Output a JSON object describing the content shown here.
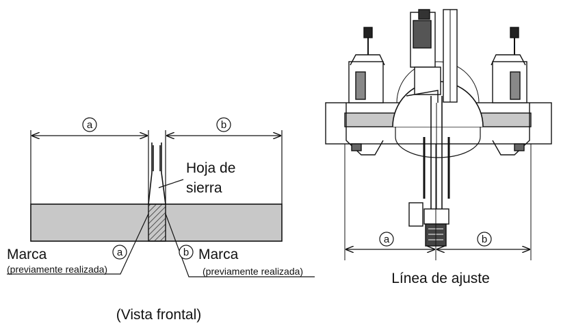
{
  "front_view": {
    "dim_a": "a",
    "dim_b": "b",
    "blade_label_line1": "Hoja de",
    "blade_label_line2": "sierra",
    "mark_left_label": "Marca",
    "mark_left_circle": "a",
    "mark_left_note": "(previamente realizada)",
    "mark_right_label": "Marca",
    "mark_right_circle": "b",
    "mark_right_note": "(previamente realizada)",
    "caption": "(Vista frontal)"
  },
  "machine_view": {
    "dim_a": "a",
    "dim_b": "b",
    "caption": "Línea de ajuste"
  },
  "colors": {
    "workpiece_fill": "#c8c8c8",
    "line": "#111111"
  }
}
